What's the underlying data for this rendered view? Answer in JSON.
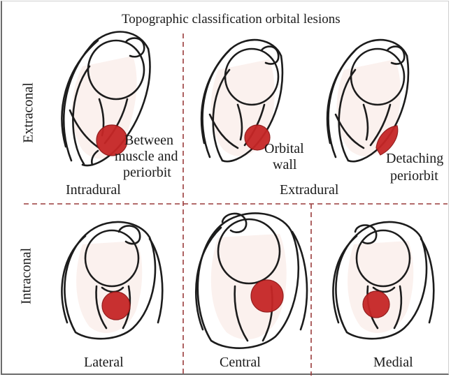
{
  "title": "Topographic classification orbital lesions",
  "row_labels": {
    "top": "Extraconal",
    "bottom": "Intraconal"
  },
  "group_labels": {
    "intradural": "Intradural",
    "extradural": "Extradural"
  },
  "panel_labels": {
    "between_muscle_line1": "Between",
    "between_muscle_line2": "muscle and",
    "between_muscle_line3": "periorbit",
    "orbital_wall_line1": "Orbital",
    "orbital_wall_line2": "wall",
    "detaching_line1": "Detaching",
    "detaching_line2": "periorbit",
    "lateral": "Lateral",
    "central": "Central",
    "medial": "Medial"
  },
  "colors": {
    "lesion": "#c62626",
    "divider": "#9a3b3b",
    "outline": "#1c1c1c"
  }
}
